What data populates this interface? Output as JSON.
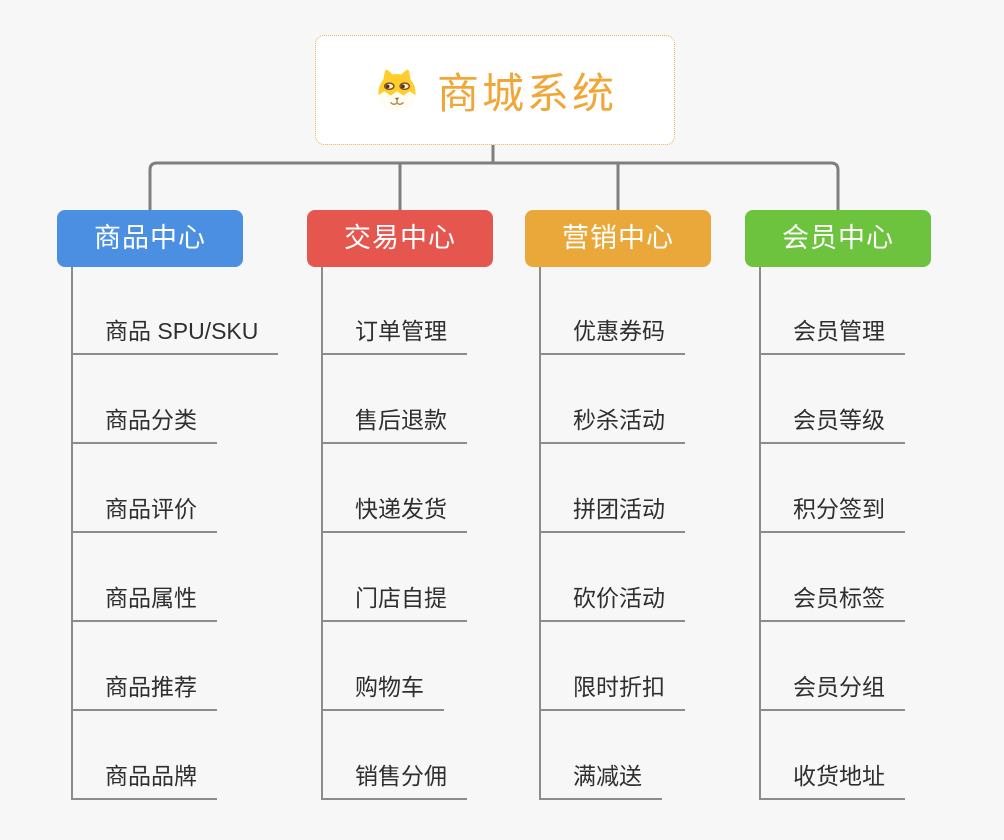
{
  "root": {
    "title": "商城系统",
    "icon": "shiba-dog-icon",
    "title_color": "#F0A738",
    "border_color": "#F2AE4F"
  },
  "connector_color": "#7F7F7F",
  "background_color": "#F7F7F7",
  "branches": [
    {
      "label": "商品中心",
      "color": "#4B8FE2",
      "items": [
        "商品 SPU/SKU",
        "商品分类",
        "商品评价",
        "商品属性",
        "商品推荐",
        "商品品牌"
      ]
    },
    {
      "label": "交易中心",
      "color": "#E4564E",
      "items": [
        "订单管理",
        "售后退款",
        "快递发货",
        "门店自提",
        "购物车",
        "销售分佣"
      ]
    },
    {
      "label": "营销中心",
      "color": "#EAA83B",
      "items": [
        "优惠券码",
        "秒杀活动",
        "拼团活动",
        "砍价活动",
        "限时折扣",
        "满减送"
      ]
    },
    {
      "label": "会员中心",
      "color": "#6DC23E",
      "items": [
        "会员管理",
        "会员等级",
        "积分签到",
        "会员标签",
        "会员分组",
        "收货地址"
      ]
    }
  ]
}
